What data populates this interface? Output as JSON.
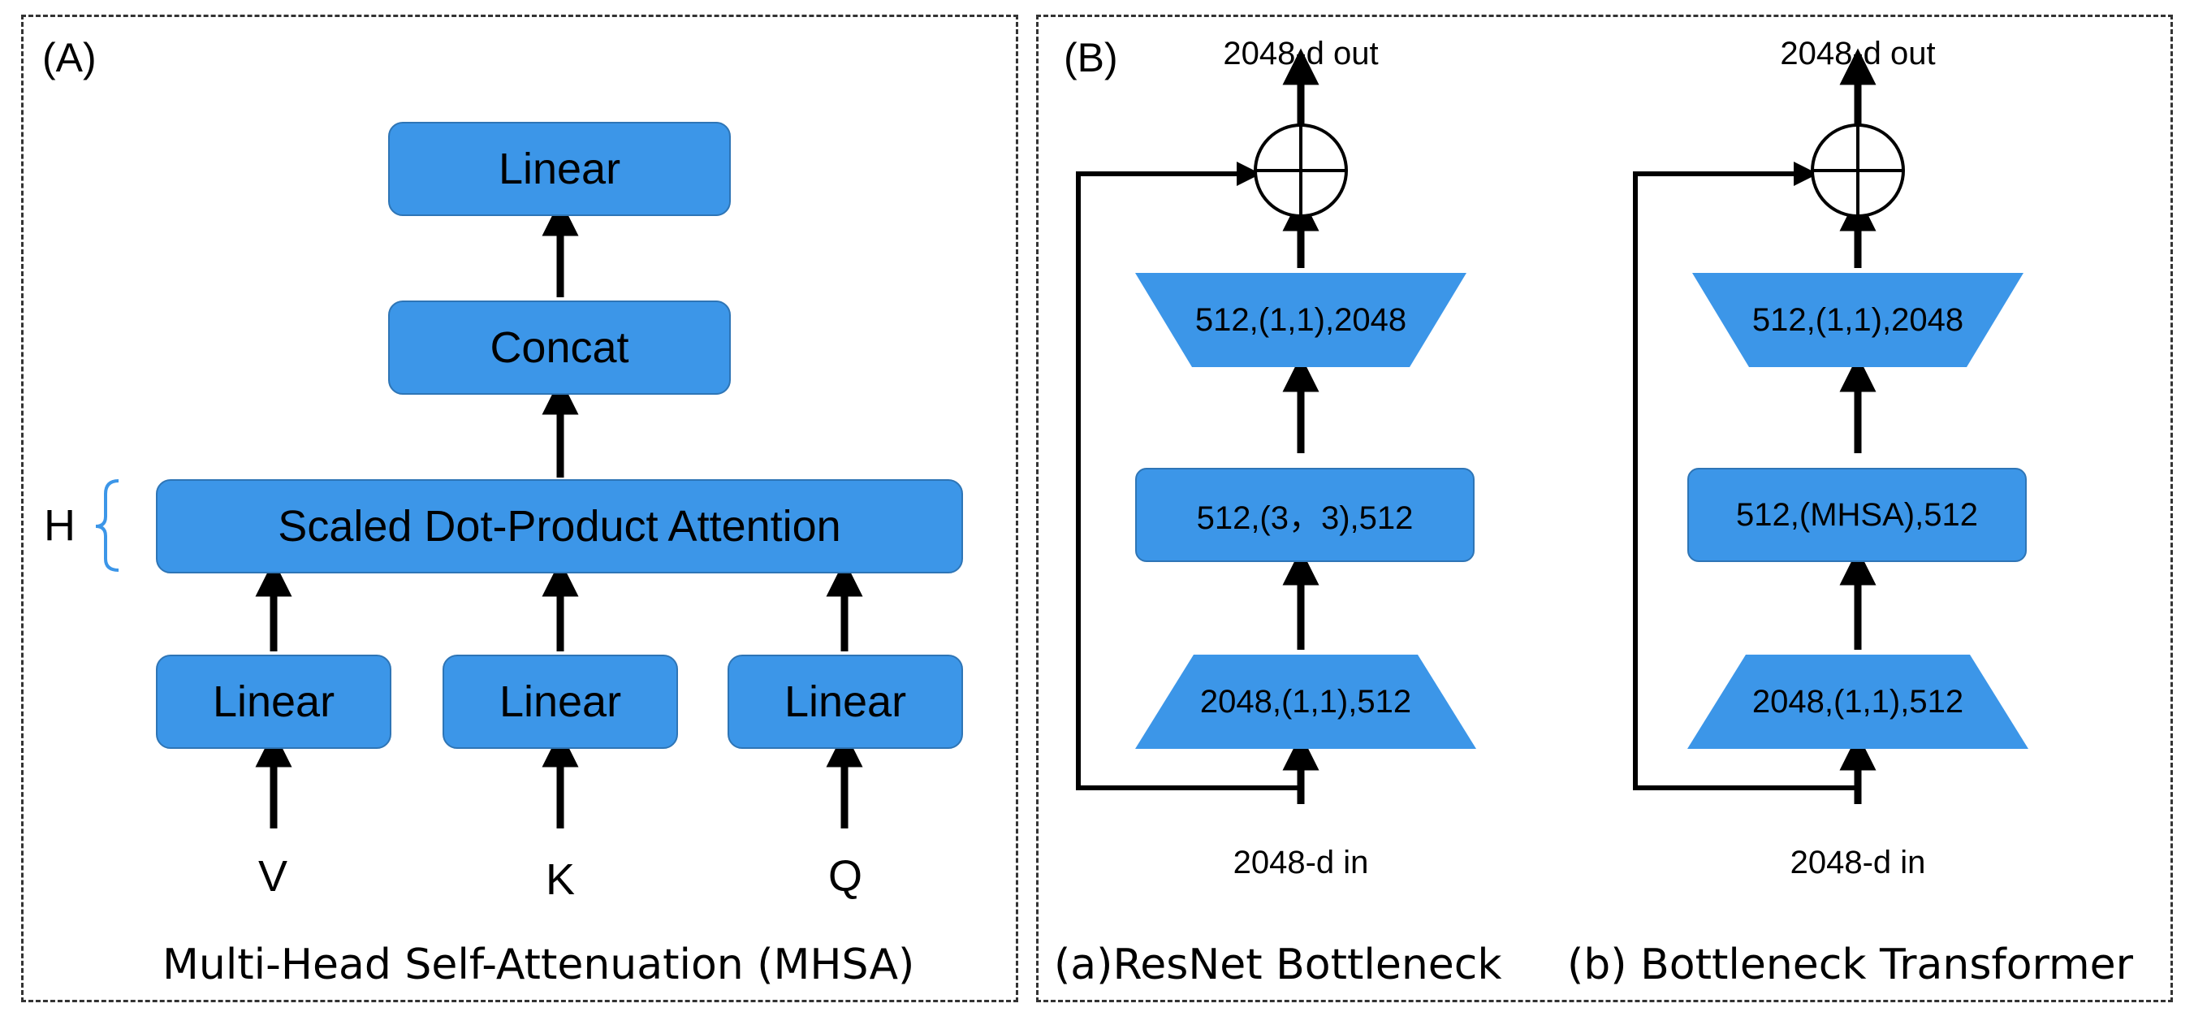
{
  "panel_a": {
    "label": "(A)",
    "top_linear": "Linear",
    "concat": "Concat",
    "attention": "Scaled Dot-Product Attention",
    "h_label": "H",
    "linears": [
      "Linear",
      "Linear",
      "Linear"
    ],
    "inputs": [
      "V",
      "K",
      "Q"
    ],
    "caption": "Multi-Head Self-Attenuation (MHSA)"
  },
  "panel_b": {
    "label": "(B)",
    "resnet": {
      "out": "2048-d out",
      "top": "512,(1,1),2048",
      "mid": "512,(3，3),512",
      "bottom": "2048,(1,1),512",
      "in": "2048-d in",
      "caption": "(a)ResNet Bottleneck"
    },
    "botnet": {
      "out": "2048-d out",
      "top": "512,(1,1),2048",
      "mid": "512,(MHSA),512",
      "bottom": "2048,(1,1),512",
      "in": "2048-d in",
      "caption": "(b) Bottleneck Transformer"
    }
  },
  "colors": {
    "block_fill": "#3c96e8",
    "block_border": "#2e75b6",
    "bracket": "#3c96e8",
    "line": "#000000"
  }
}
